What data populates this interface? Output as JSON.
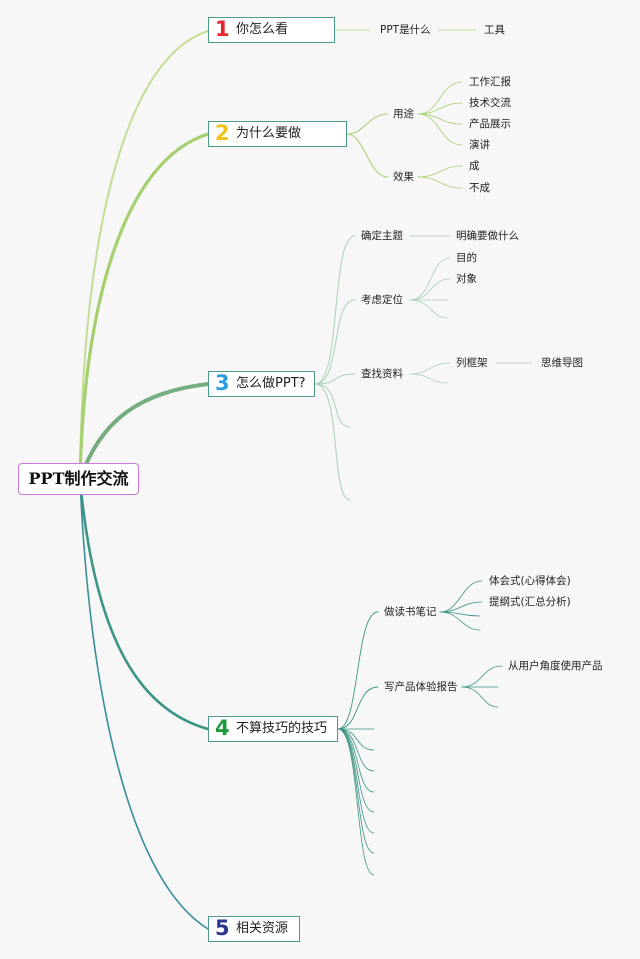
{
  "root": "PPT制作交流",
  "branches": [
    {
      "num": "1",
      "label": "你怎么看",
      "num_color": "#e8242f",
      "children": [
        {
          "label": "PPT是什么",
          "children": [
            {
              "label": "工具"
            }
          ]
        }
      ]
    },
    {
      "num": "2",
      "label": "为什么要做",
      "num_color": "#f2c21b",
      "children": [
        {
          "label": "用途",
          "children": [
            {
              "label": "工作汇报"
            },
            {
              "label": "技术交流"
            },
            {
              "label": "产品展示"
            },
            {
              "label": "演讲"
            }
          ]
        },
        {
          "label": "效果",
          "children": [
            {
              "label": "成"
            },
            {
              "label": "不成"
            }
          ]
        }
      ]
    },
    {
      "num": "3",
      "label": "怎么做PPT?",
      "num_color": "#2c9de0",
      "children": [
        {
          "label": "确定主题",
          "children": [
            {
              "label": "明确要做什么"
            }
          ]
        },
        {
          "label": "考虑定位",
          "children": [
            {
              "label": "目的"
            },
            {
              "label": "对象"
            }
          ]
        },
        {
          "label": "查找资料",
          "children": [
            {
              "label": "列框架",
              "children": [
                {
                  "label": "思维导图"
                }
              ]
            }
          ]
        }
      ]
    },
    {
      "num": "4",
      "label": "不算技巧的技巧",
      "num_color": "#1e9a3e",
      "children": [
        {
          "label": "做读书笔记",
          "children": [
            {
              "label": "体会式(心得体会)"
            },
            {
              "label": "提纲式(汇总分析)"
            }
          ]
        },
        {
          "label": "写产品体验报告",
          "children": [
            {
              "label": "从用户角度使用产品"
            }
          ]
        }
      ]
    },
    {
      "num": "5",
      "label": "相关资源",
      "num_color": "#2a3590"
    }
  ],
  "colors": {
    "branch1": "#c3dd96",
    "branch2": "#a6cf6f",
    "branch3": "#76ad7f",
    "branch4": "#3d9585",
    "branch5": "#3b8e98",
    "leafline": "#a9d0b6",
    "root_border": "#c879d9"
  }
}
